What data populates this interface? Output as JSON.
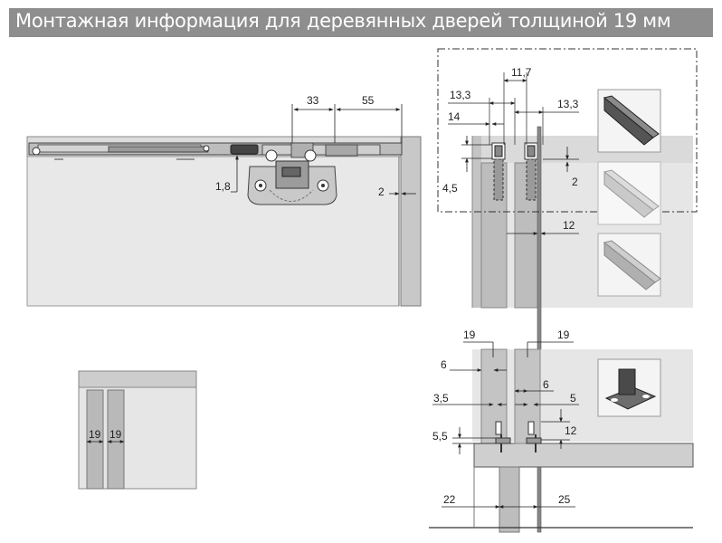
{
  "title": "Монтажная информация для деревянных дверей толщиной 19 мм",
  "dimensions": {
    "top_view": [
      "33",
      "55",
      "1,8",
      "2"
    ],
    "rail_detail": [
      "11,7",
      "13,3",
      "13,3",
      "14",
      "4,5",
      "2",
      "12"
    ],
    "floor_detail": [
      "19",
      "19",
      "6",
      "6",
      "3,5",
      "5",
      "12",
      "5,5",
      "22",
      "25"
    ],
    "cross_section": [
      "19",
      "19"
    ]
  },
  "colors": {
    "title_bar": "#8e8e8e",
    "panel": "#e6e6e6",
    "door": "#c7c7c7",
    "line": "#333333"
  }
}
